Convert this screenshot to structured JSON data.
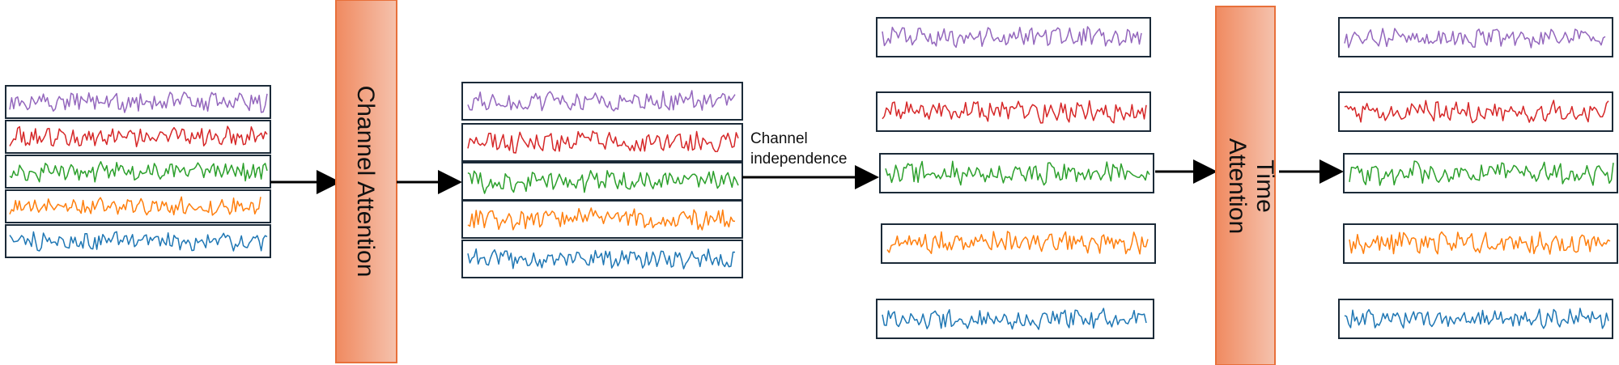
{
  "colors": {
    "purple": "#9467bd",
    "red": "#d62728",
    "green": "#2ca02c",
    "orange": "#ff7f0e",
    "blue": "#1f77b4",
    "frame": "#1b2a38",
    "attention_fill_start": "#f08a60",
    "attention_fill_end": "#f5c2ad",
    "attention_border": "#e8703a",
    "arrow": "#000000"
  },
  "series_order": [
    "purple",
    "red",
    "green",
    "orange",
    "blue"
  ],
  "blocks": {
    "channel_attention": {
      "label": "Channel Attention"
    },
    "time_attention": {
      "label_line1": "Time",
      "label_line2": "Attention"
    }
  },
  "annotations": {
    "channel_independence_line1": "Channel",
    "channel_independence_line2": "independence"
  },
  "icons": {
    "arrow": "arrow-right-icon"
  }
}
